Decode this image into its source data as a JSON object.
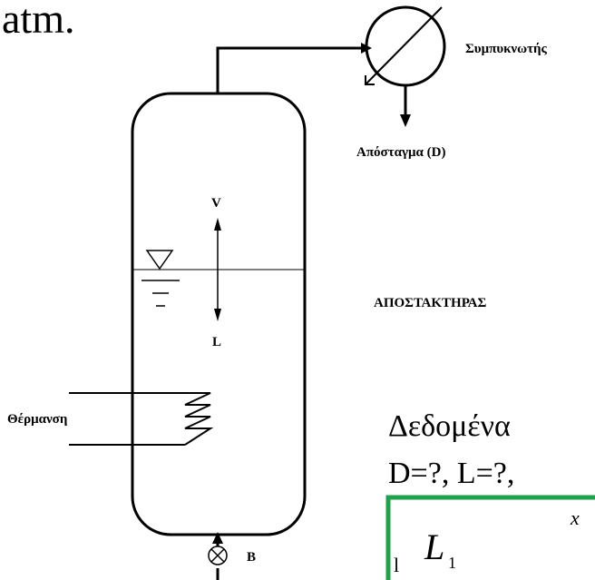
{
  "top_text": "atm.",
  "condenser_label": "Συμπυκνωτής",
  "distillate_label": "Απόσταγμα (D)",
  "vapor_label": "V",
  "liquid_label": "L",
  "vessel_label": "ΑΠΟΣΤΑΚΤΗΡΑΣ",
  "heating_label": "Θέρμανση",
  "feed_label": "B",
  "given_label": "Δεδομένα",
  "unknowns_label": "D=?, L=?,",
  "formula": {
    "prefix": "l",
    "numerator": "L",
    "numerator_sub": "1",
    "limit": "x"
  },
  "colors": {
    "line": "#000000",
    "box_border": "#1fa34a"
  }
}
